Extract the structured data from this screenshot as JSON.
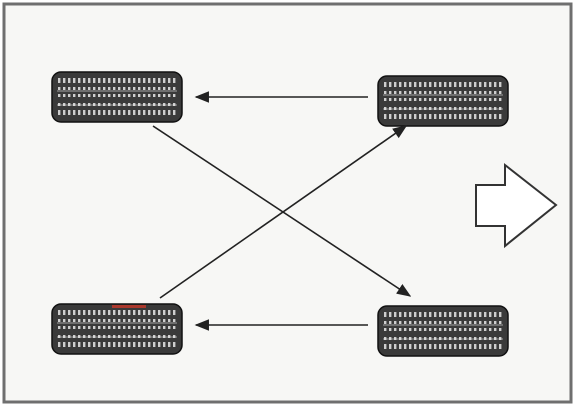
{
  "diagram": {
    "tires": [
      {
        "id": "front-left",
        "label": ""
      },
      {
        "id": "front-right",
        "label": ""
      },
      {
        "id": "rear-left",
        "label": ""
      },
      {
        "id": "rear-right",
        "label": ""
      }
    ],
    "rotation_arrows": [
      {
        "from": "front-right",
        "to": "front-left"
      },
      {
        "from": "front-left",
        "to": "rear-right"
      },
      {
        "from": "rear-left",
        "to": "front-right"
      },
      {
        "from": "rear-right",
        "to": "rear-left"
      }
    ],
    "direction_indicator": "forward-arrow-icon",
    "colors": {
      "frame_border": "#6f6f6f",
      "panel_bg": "#f7f7f5",
      "tire_fill": "#3a3a3a",
      "tread_mark": "#e9e9e9",
      "arrow": "#222222",
      "red_mark": "#c0392b"
    }
  }
}
